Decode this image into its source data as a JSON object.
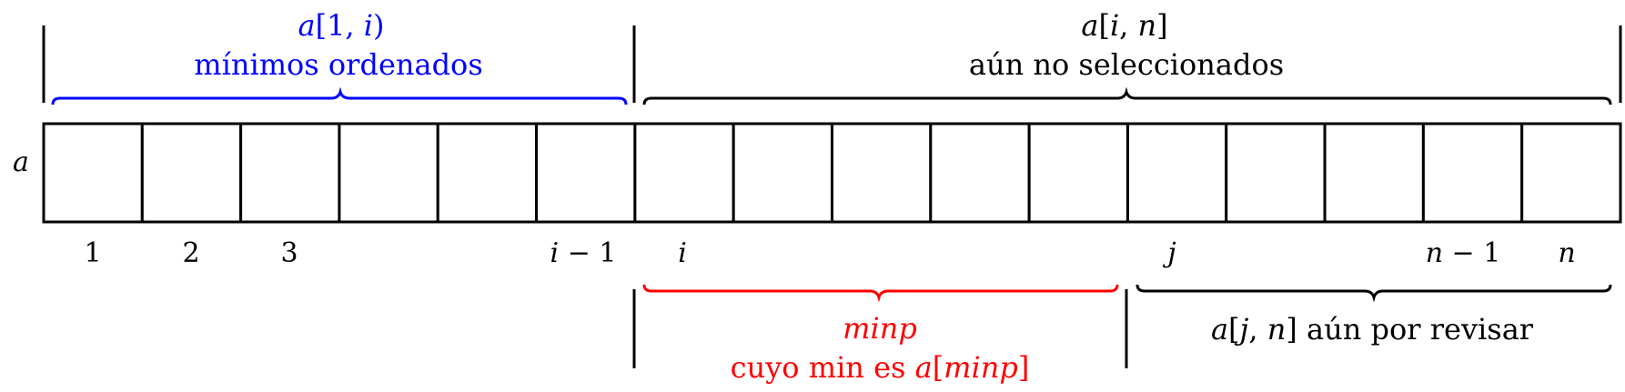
{
  "array_name": "a",
  "top_left": {
    "expr_pre": "a",
    "expr_mid": "[1, ",
    "expr_var": "i",
    "expr_post": ")",
    "caption": "mínimos ordenados",
    "color": "#0000ff"
  },
  "top_right": {
    "expr_pre": "a",
    "expr_mid": "[",
    "expr_var": "i",
    "expr_mid2": ", ",
    "expr_var2": "n",
    "expr_post": "]",
    "caption": "aún no seleccionados",
    "color": "#000000"
  },
  "index_labels": {
    "one": "1",
    "two": "2",
    "three": "3",
    "i_minus_1_var": "i",
    "i_minus_1_rest": " − 1",
    "i": "i",
    "j": "j",
    "n_minus_1_var": "n",
    "n_minus_1_rest": " − 1",
    "n": "n"
  },
  "bottom_left": {
    "name": "minp",
    "caption_pre": "cuyo min es ",
    "caption_a": "a",
    "caption_open": "[",
    "caption_var": "minp",
    "caption_close": "]",
    "color": "#ff0000"
  },
  "bottom_right": {
    "expr_pre": "a",
    "expr_mid": "[",
    "expr_var": "j",
    "expr_mid2": ", ",
    "expr_var2": "n",
    "expr_post": "]",
    "caption": " aún por revisar",
    "color": "#000000"
  },
  "cell_count": 16
}
